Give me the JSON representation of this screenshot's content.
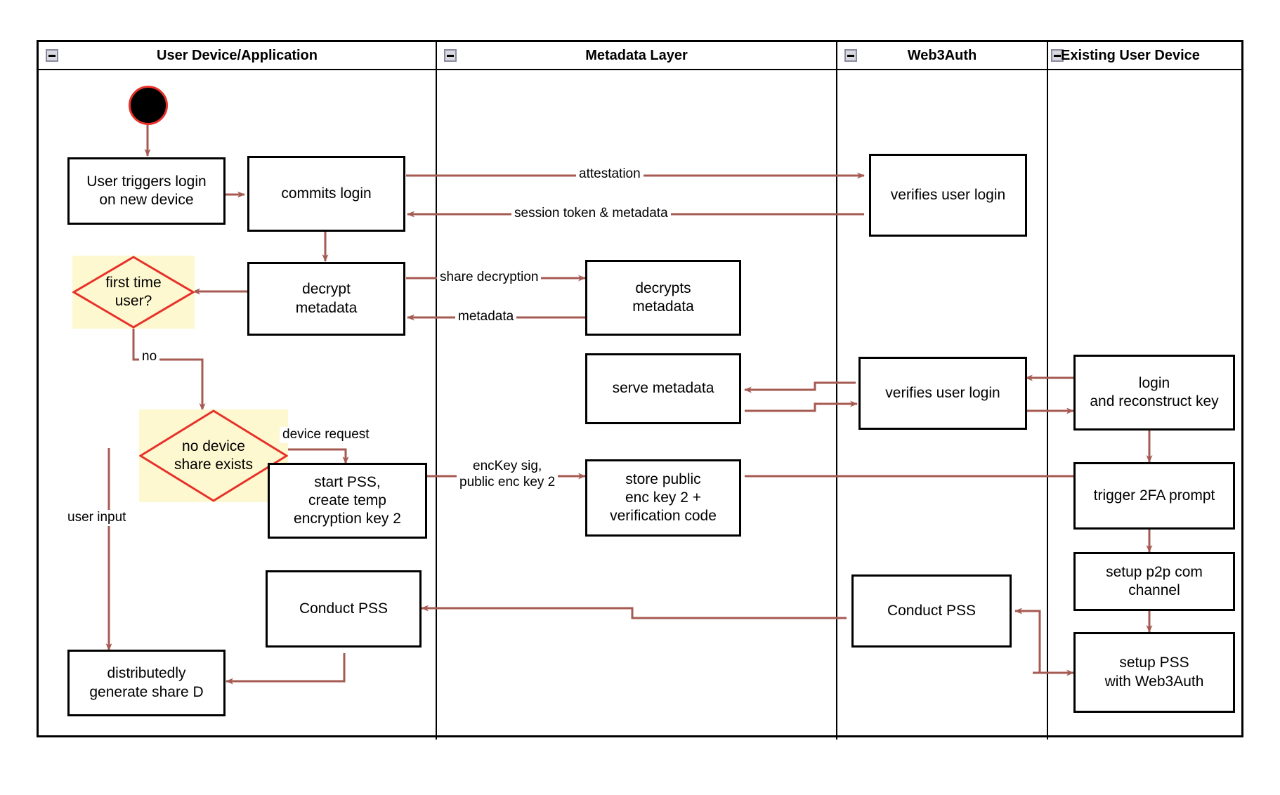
{
  "diagram": {
    "type": "uml-activity-swimlane",
    "colors": {
      "edge": "#a55a52",
      "decision_fill": "#fdf8cf",
      "decision_stroke": "#e8312a",
      "node_stroke": "#000000",
      "start_fill": "#000000",
      "start_stroke": "#e8312a"
    },
    "lanes": [
      {
        "id": "user-device",
        "label": "User Device/Application"
      },
      {
        "id": "metadata-layer",
        "label": "Metadata Layer"
      },
      {
        "id": "web3auth",
        "label": "Web3Auth"
      },
      {
        "id": "existing-user-device",
        "label": "Existing User Device"
      }
    ],
    "nodes": [
      {
        "id": "start",
        "lane": "user-device",
        "shape": "initial",
        "label": ""
      },
      {
        "id": "user-triggers-login",
        "lane": "user-device",
        "shape": "activity",
        "label": "User triggers login\non new device"
      },
      {
        "id": "commits-login",
        "lane": "user-device",
        "shape": "activity",
        "label": "commits login"
      },
      {
        "id": "decrypt-metadata",
        "lane": "user-device",
        "shape": "activity",
        "label": "decrypt\nmetadata"
      },
      {
        "id": "first-time-user",
        "lane": "user-device",
        "shape": "decision",
        "label": "first time\nuser?"
      },
      {
        "id": "no-device-share-exists",
        "lane": "user-device",
        "shape": "decision",
        "label": "no device\nshare exists"
      },
      {
        "id": "start-pss-create-temp-key",
        "lane": "user-device",
        "shape": "activity",
        "label": "start PSS,\ncreate temp\nencryption key 2"
      },
      {
        "id": "conduct-pss-user",
        "lane": "user-device",
        "shape": "activity",
        "label": "Conduct PSS"
      },
      {
        "id": "distributedly-generate-share-d",
        "lane": "user-device",
        "shape": "activity",
        "label": "distributedly\ngenerate share D"
      },
      {
        "id": "decrypts-metadata",
        "lane": "metadata-layer",
        "shape": "activity",
        "label": "decrypts\nmetadata"
      },
      {
        "id": "serve-metadata",
        "lane": "metadata-layer",
        "shape": "activity",
        "label": "serve metadata"
      },
      {
        "id": "store-public-enc-key",
        "lane": "metadata-layer",
        "shape": "activity",
        "label": "store public\nenc key 2 +\nverification code"
      },
      {
        "id": "verifies-user-login-top",
        "lane": "web3auth",
        "shape": "activity",
        "label": "verifies user login"
      },
      {
        "id": "verifies-user-login-mid",
        "lane": "web3auth",
        "shape": "activity",
        "label": "verifies user login"
      },
      {
        "id": "conduct-pss-web3auth",
        "lane": "web3auth",
        "shape": "activity",
        "label": "Conduct PSS"
      },
      {
        "id": "login-and-reconstruct-key",
        "lane": "existing-user-device",
        "shape": "activity",
        "label": "login\nand reconstruct key"
      },
      {
        "id": "trigger-2fa-prompt",
        "lane": "existing-user-device",
        "shape": "activity",
        "label": "trigger 2FA prompt"
      },
      {
        "id": "setup-p2p-com-channel",
        "lane": "existing-user-device",
        "shape": "activity",
        "label": "setup p2p com\nchannel"
      },
      {
        "id": "setup-pss-with-web3auth",
        "lane": "existing-user-device",
        "shape": "activity",
        "label": "setup PSS\nwith Web3Auth"
      }
    ],
    "edge_labels": [
      {
        "id": "attestation",
        "text": "attestation"
      },
      {
        "id": "session-token-metadata",
        "text": "session token & metadata"
      },
      {
        "id": "share-decryption",
        "text": "share decryption"
      },
      {
        "id": "metadata",
        "text": "metadata"
      },
      {
        "id": "no",
        "text": "no"
      },
      {
        "id": "device-request",
        "text": "device request"
      },
      {
        "id": "user-input",
        "text": "user input"
      },
      {
        "id": "enckey-sig",
        "text": "encKey sig,\npublic enc key 2"
      }
    ]
  }
}
